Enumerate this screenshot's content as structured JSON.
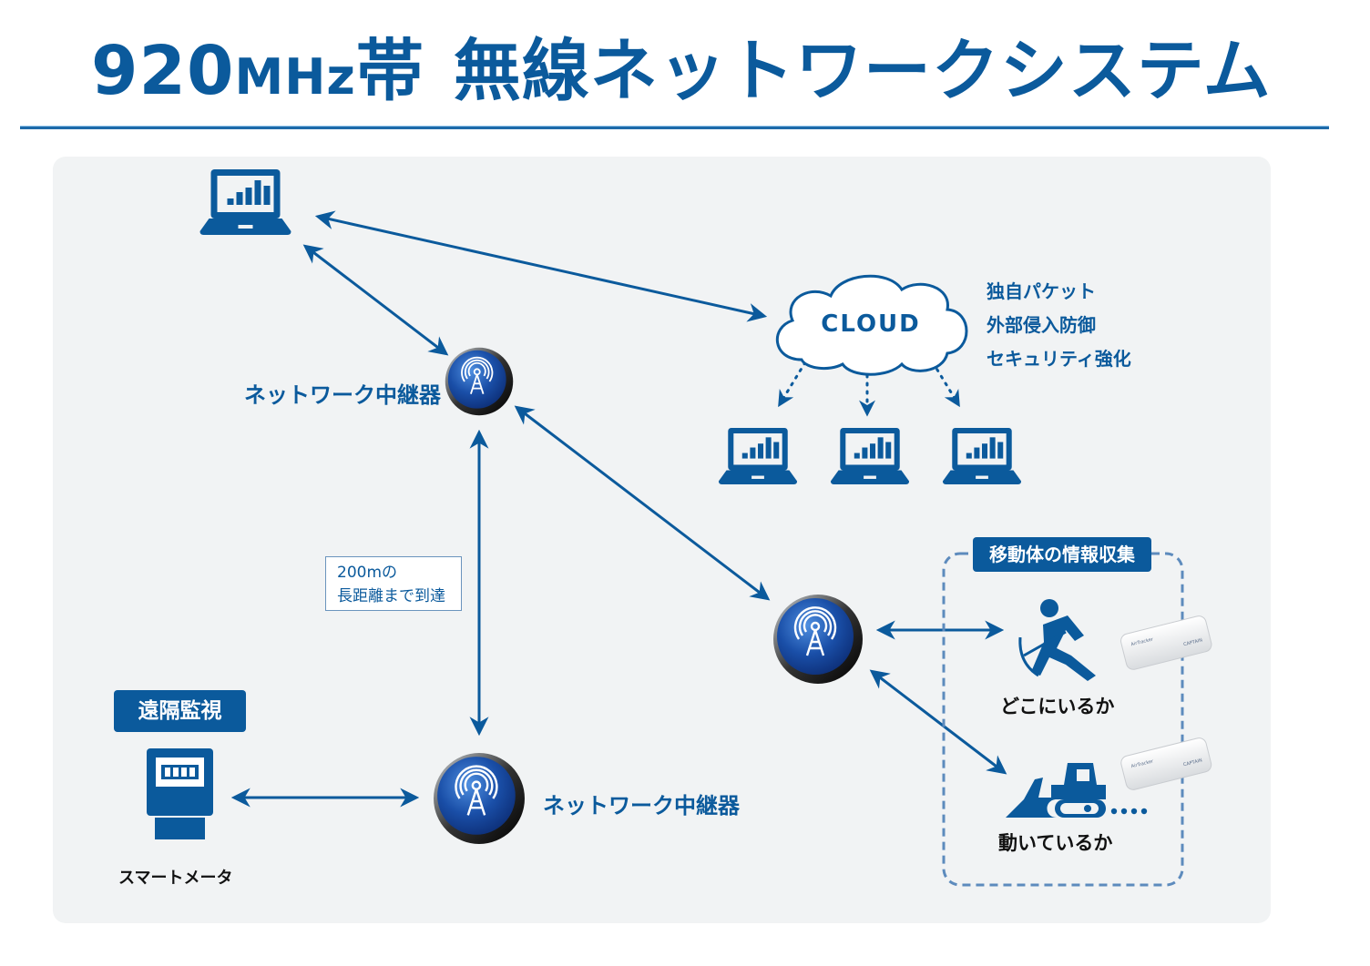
{
  "header": {
    "title_number": "920",
    "title_unit": "MHz",
    "title_band": "帯",
    "title_main": "無線ネットワークシステム"
  },
  "colors": {
    "brand_blue": "#0b5a9c",
    "panel_bg": "#f1f3f4",
    "relay_blue": "#1a4fa8",
    "text_black": "#111111"
  },
  "nodes": {
    "cloud": {
      "label": "CLOUD",
      "icon": "cloud-icon"
    },
    "top_laptop": {
      "icon": "laptop-chart-icon"
    },
    "cloud_laptops": [
      {
        "icon": "laptop-chart-icon"
      },
      {
        "icon": "laptop-chart-icon"
      },
      {
        "icon": "laptop-chart-icon"
      }
    ],
    "relay_upper": {
      "label": "ネットワーク中継器",
      "icon": "antenna-tower-icon"
    },
    "relay_lower": {
      "label": "ネットワーク中継器",
      "icon": "antenna-tower-icon"
    },
    "relay_mobile": {
      "icon": "antenna-tower-icon"
    }
  },
  "security_features": [
    "独自パケット",
    "外部侵入防御",
    "セキュリティ強化"
  ],
  "range_note": {
    "line1": "200mの",
    "line2": "長距離まで到達"
  },
  "remote_monitoring": {
    "tag": "遠隔監視",
    "device_label": "スマートメータ",
    "icon": "smart-meter-icon"
  },
  "mobile_collection": {
    "tag": "移動体の情報収集",
    "items": [
      {
        "label": "どこにいるか",
        "icon": "worker-pickaxe-icon",
        "device": "sensor-tag"
      },
      {
        "label": "動いているか",
        "icon": "bulldozer-icon",
        "device": "sensor-tag",
        "suffix": "...."
      }
    ]
  }
}
